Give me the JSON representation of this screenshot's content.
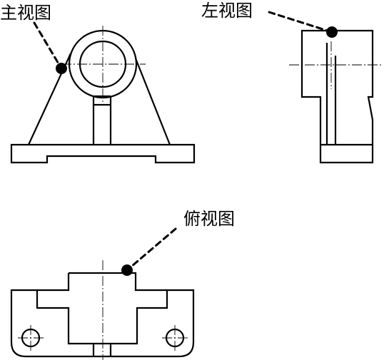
{
  "labels": {
    "front_view": "主视图",
    "left_view": "左视图",
    "top_view": "俯视图"
  }
}
